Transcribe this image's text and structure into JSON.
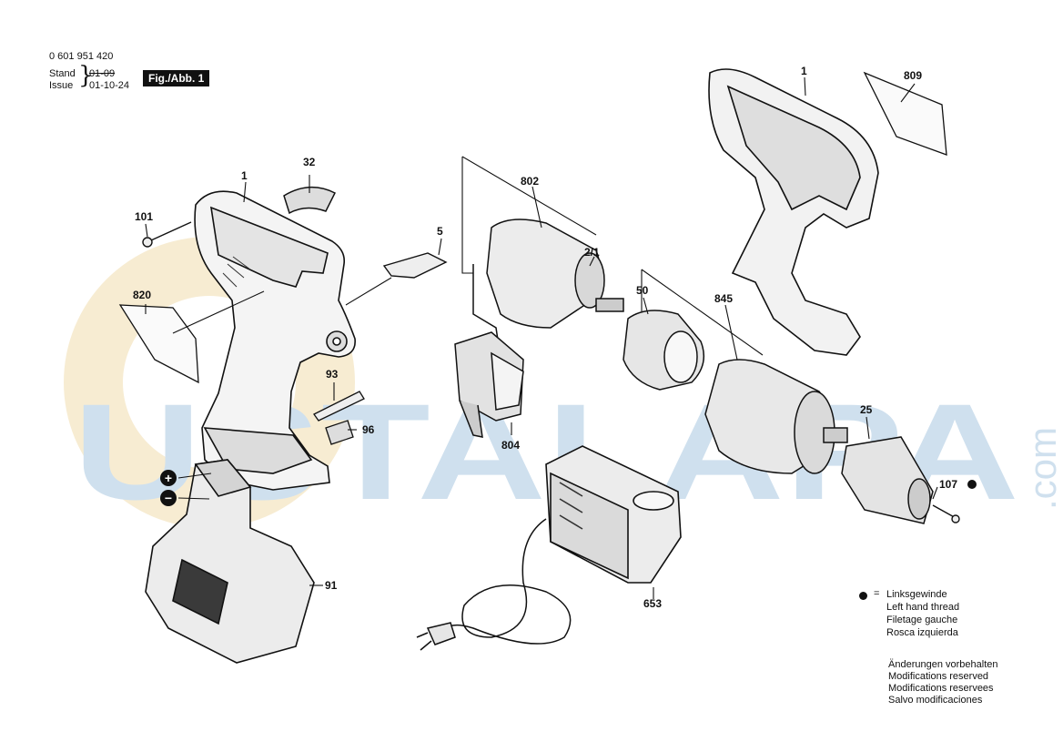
{
  "header": {
    "part_number": "0 601 951 420",
    "stand_label": "Stand",
    "issue_label": "Issue",
    "stand_value": "01-09",
    "issue_value": "01-10-24",
    "figure_label": "Fig./Abb. 1"
  },
  "callouts": {
    "c1_left": "1",
    "c1_right": "1",
    "c32": "32",
    "c101": "101",
    "c5": "5",
    "c802": "802",
    "c2_1": "2/1",
    "c809": "809",
    "c820": "820",
    "c50": "50",
    "c845": "845",
    "c93": "93",
    "c96": "96",
    "c804": "804",
    "c25": "25",
    "c107": "107",
    "c91": "91",
    "c653": "653"
  },
  "legend": {
    "symbol": "=",
    "lines": [
      "Linksgewinde",
      "Left hand thread",
      "Filetage gauche",
      "Rosca izquierda"
    ]
  },
  "notes": [
    "Änderungen vorbehalten",
    "Modifications reserved",
    "Modifications reservees",
    "Salvo modificaciones"
  ],
  "watermark": {
    "text": "USTALAPA",
    "domain": ".com",
    "color_blue": "#cfe0ee",
    "color_yellow": "#f7ecd2"
  },
  "battery_terminals": {
    "plus": "+",
    "minus": "−"
  }
}
